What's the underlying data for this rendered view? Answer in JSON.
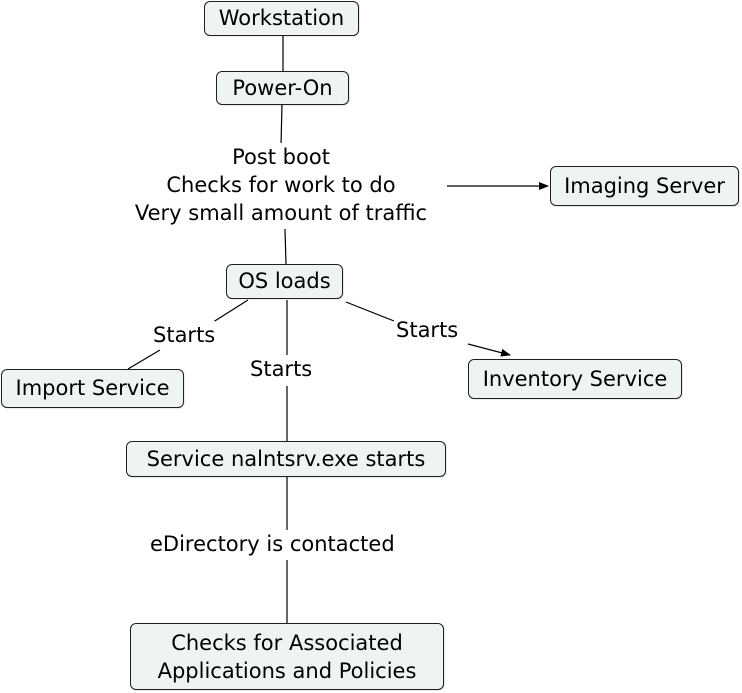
{
  "nodes": {
    "workstation": "Workstation",
    "power_on": "Power-On",
    "imaging_server": "Imaging Server",
    "os_loads": "OS loads",
    "import_service": "Import Service",
    "inventory_service": "Inventory Service",
    "service_start": "Service nalntsrv.exe starts",
    "checks_line1": "Checks for Associated",
    "checks_line2": "Applications and Policies"
  },
  "links": {
    "post_boot_line1": "Post boot",
    "post_boot_line2": "Checks for work to do",
    "post_boot_line3": "Very small amount of traffic",
    "starts_import": "Starts",
    "starts_service": "Starts",
    "starts_inventory": "Starts",
    "edirectory": "eDirectory is contacted"
  },
  "colors": {
    "node_fill": "#eef3f3",
    "node_border": "#1f1f1f",
    "connector": "#000000"
  }
}
